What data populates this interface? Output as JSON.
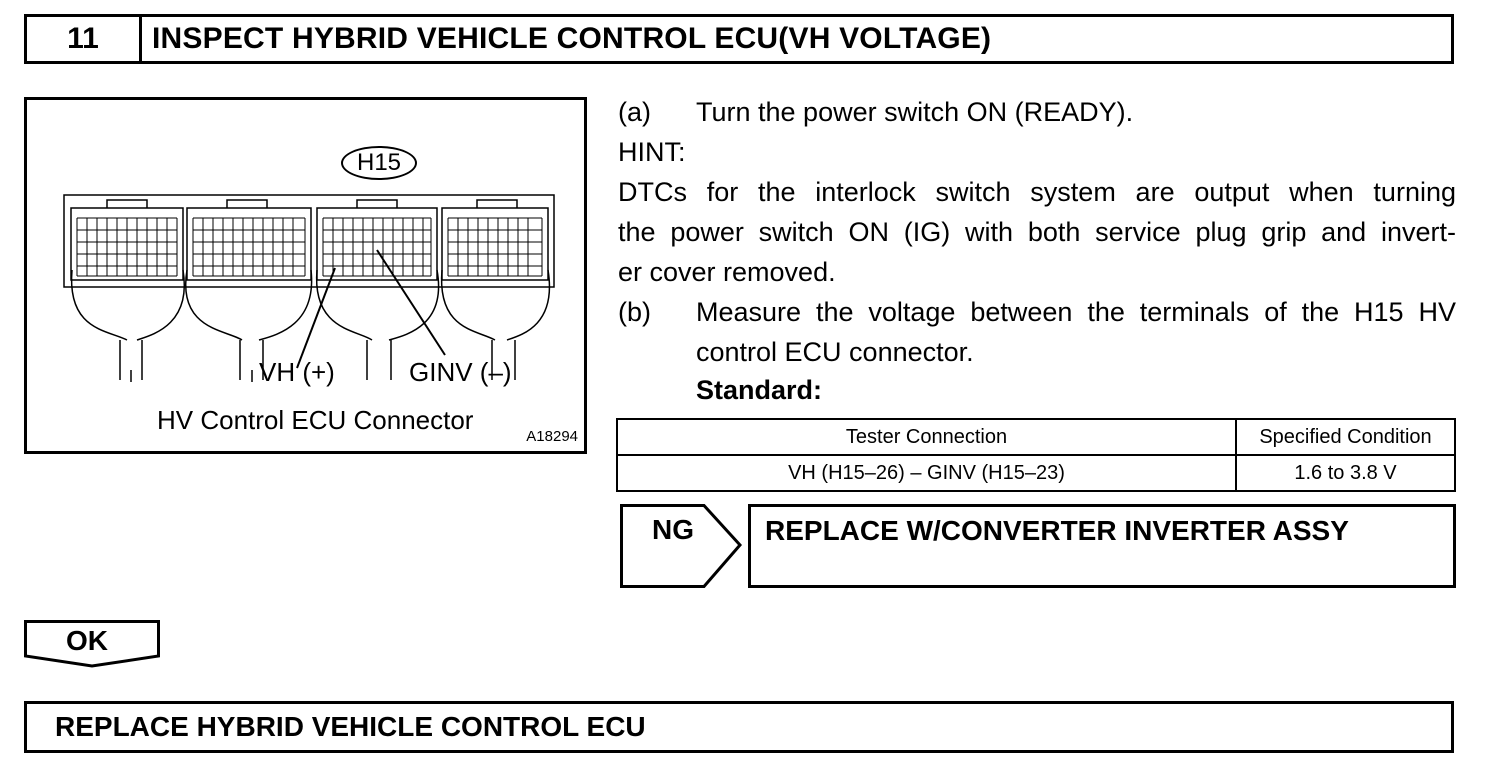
{
  "step": {
    "number": "11",
    "title": "INSPECT HYBRID VEHICLE CONTROL ECU(VH VOLTAGE)"
  },
  "figure": {
    "connector_id": "H15",
    "label_vh": "VH (+)",
    "label_ginv": "GINV (–)",
    "caption": "HV Control ECU Connector",
    "figure_code": "A18294"
  },
  "instructions": {
    "a_marker": "(a)",
    "a_text": "Turn the power switch ON (READY).",
    "hint_label": "HINT:",
    "hint_lines": [
      "DTCs for the interlock switch system are output when turning",
      "the power switch ON (IG) with both service plug grip and invert-",
      "er cover removed."
    ],
    "b_marker": "(b)",
    "b_lines": [
      "Measure the voltage between the terminals of the H15 HV",
      "control ECU connector."
    ],
    "standard_label": "Standard:"
  },
  "spec_table": {
    "headers": [
      "Tester Connection",
      "Specified Condition"
    ],
    "rows": [
      [
        "VH (H15–26) – GINV (H15–23)",
        "1.6 to 3.8 V"
      ]
    ]
  },
  "ng": {
    "label": "NG",
    "result": "REPLACE W/CONVERTER INVERTER ASSY"
  },
  "ok": {
    "label": "OK"
  },
  "final": {
    "result": "REPLACE HYBRID VEHICLE CONTROL ECU"
  }
}
